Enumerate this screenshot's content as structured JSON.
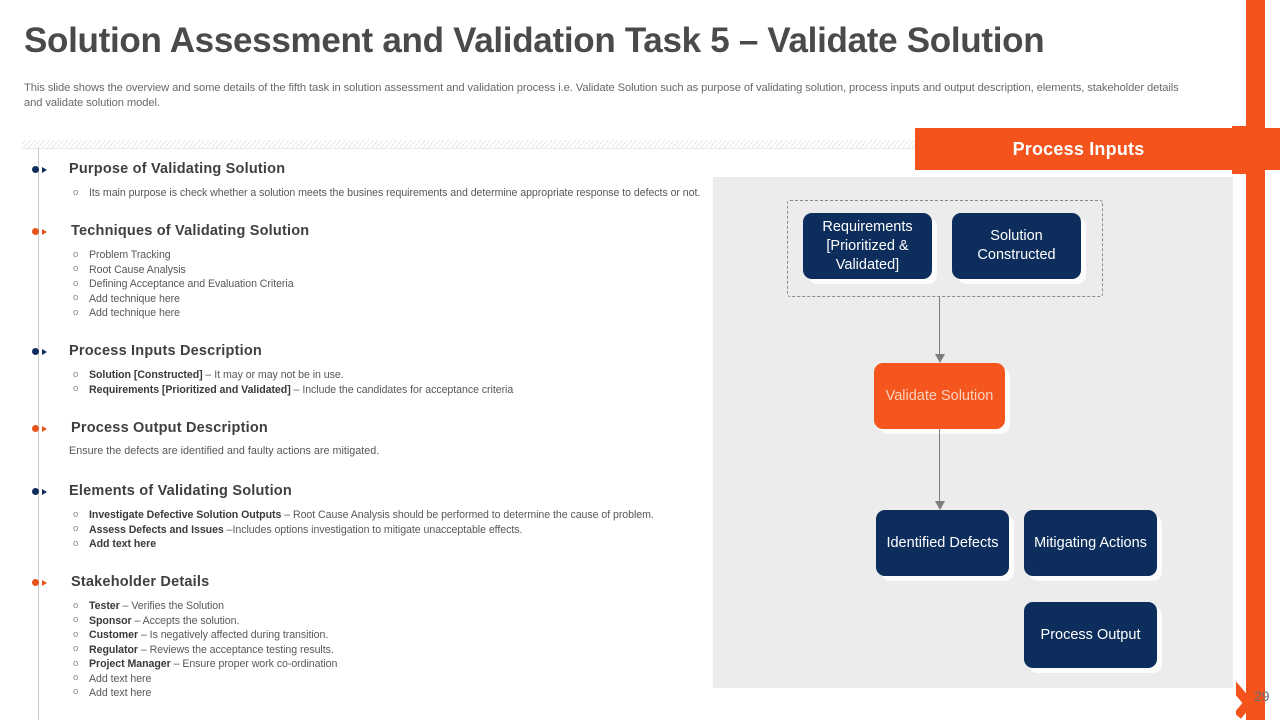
{
  "slide": {
    "title": "Solution Assessment and Validation Task 5 – Validate Solution",
    "subtitle": "This slide shows the overview and some details of the fifth task in solution assessment and validation process i.e. Validate Solution such as purpose of validating solution, process inputs and output description, elements, stakeholder details and validate solution model.",
    "page_number": "29"
  },
  "colors": {
    "accent_orange": "#F4531C",
    "node_navy": "#0D2D5C",
    "node_orange": "#F4561D",
    "title_gray": "#4a4a4a"
  },
  "sections": [
    {
      "marker": "navy",
      "title": "Purpose of Validating Solution",
      "items": [
        "Its main purpose is check whether a solution meets the busines requirements and determine appropriate response to defects or not."
      ]
    },
    {
      "marker": "orange",
      "title": "Techniques of Validating Solution",
      "items": [
        "Problem Tracking",
        "Root Cause Analysis",
        "Defining Acceptance and Evaluation Criteria",
        "Add technique here",
        "Add technique here"
      ]
    },
    {
      "marker": "navy",
      "title": "Process Inputs Description",
      "items": [
        {
          "bold": "Solution  [Constructed]",
          "rest": " – It may or may not be in use."
        },
        {
          "bold": "Requirements [Prioritized and Validated]",
          "rest": " – Include the candidates for acceptance criteria"
        }
      ]
    },
    {
      "marker": "orange",
      "title": "Process Output Description",
      "paragraph": "Ensure the defects are identified and faulty actions are mitigated."
    },
    {
      "marker": "navy",
      "title": "Elements of Validating Solution",
      "items": [
        {
          "bold": "Investigate Defective Solution Outputs",
          "rest": " – Root Cause Analysis should be performed to determine the cause of problem."
        },
        {
          "bold": "Assess Defects and Issues",
          "rest": " –Includes options investigation to mitigate unacceptable effects."
        },
        {
          "bold": "Add  text here",
          "rest": ""
        }
      ]
    },
    {
      "marker": "orange",
      "title": "Stakeholder Details",
      "items": [
        {
          "bold": "Tester",
          "rest": " – Verifies the Solution"
        },
        {
          "bold": "Sponsor",
          "rest": " – Accepts the solution."
        },
        {
          "bold": "Customer",
          "rest": " – Is negatively affected during transition."
        },
        {
          "bold": "Regulator",
          "rest": " – Reviews the acceptance testing results."
        },
        {
          "bold": "Project Manager",
          "rest": " – Ensure proper work co-ordination"
        },
        "Add text here",
        "Add text here"
      ]
    }
  ],
  "diagram": {
    "banner_label": "Process Inputs",
    "nodes": {
      "requirements": "Requirements [Prioritized & Validated]",
      "solution_constructed": "Solution Constructed",
      "validate_solution": "Validate Solution",
      "identified_defects": "Identified Defects",
      "mitigating_actions": "Mitigating Actions",
      "process_output": "Process Output"
    }
  }
}
